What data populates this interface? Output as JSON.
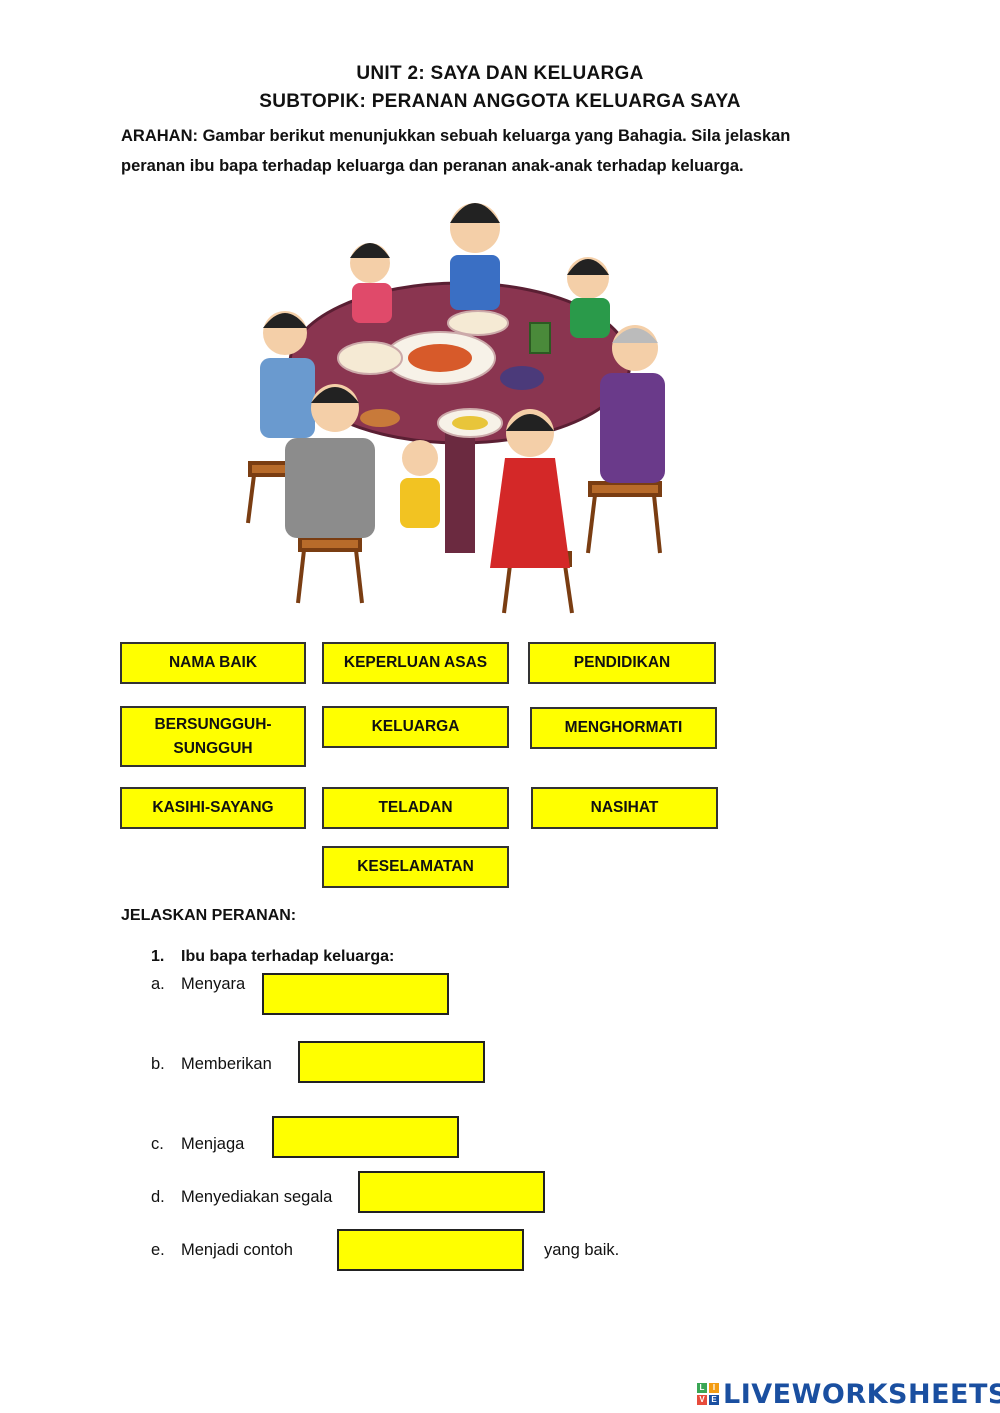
{
  "header": {
    "title": "UNIT 2: SAYA DAN KELUARGA",
    "subtitle": "SUBTOPIK: PERANAN ANGGOTA KELUARGA SAYA",
    "instruction": "ARAHAN: Gambar berikut menunjukkan sebuah keluarga yang Bahagia. Sila jelaskan peranan ibu bapa terhadap keluarga dan peranan anak-anak terhadap keluarga."
  },
  "word_bank": [
    "NAMA BAIK",
    "KEPERLUAN ASAS",
    "PENDIDIKAN",
    "BERSUNGGUH-SUNGGUH",
    "KELUARGA",
    "MENGHORMATI",
    "KASIHI-SAYANG",
    "TELADAN",
    "NASIHAT",
    "KESELAMATAN"
  ],
  "questions": {
    "section_label": "JELASKAN PERANAN:",
    "q1": {
      "number": "1.",
      "title": "Ibu bapa terhadap keluarga:",
      "items": [
        {
          "letter": "a.",
          "text": "Menyara"
        },
        {
          "letter": "b.",
          "text": "Memberikan"
        },
        {
          "letter": "c.",
          "text": "Menjaga"
        },
        {
          "letter": "d.",
          "text": "Menyediakan segala"
        },
        {
          "letter": "e.",
          "text": "Menjadi contoh",
          "suffix": "yang baik."
        }
      ]
    }
  },
  "footer": {
    "logo_letters": [
      "L",
      "I",
      "V",
      "E"
    ],
    "logo_text": "LIVEWORKSHEETS"
  },
  "colors": {
    "chip": "#ffff00",
    "logo_blue": "#1a4fa0",
    "logo_green": "#3aa655",
    "logo_orange": "#f39c12",
    "logo_red": "#e74c3c"
  }
}
